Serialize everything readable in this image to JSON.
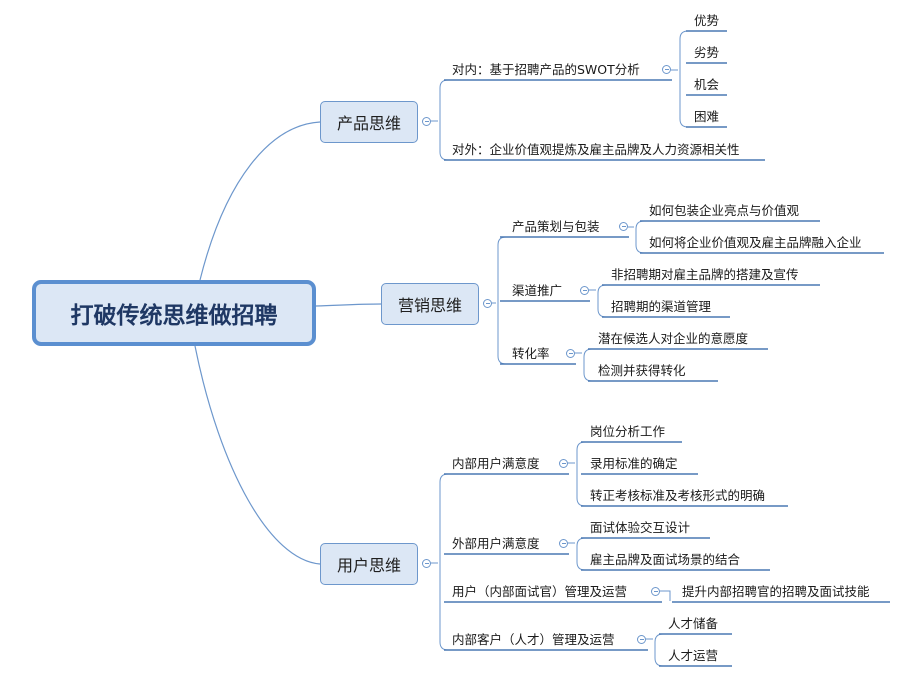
{
  "root": "打破传统思维做招聘",
  "branches": [
    {
      "label": "产品思维",
      "children": [
        {
          "label": "对内：基于招聘产品的SWOT分析",
          "children": [
            "优势",
            "劣势",
            "机会",
            "困难"
          ]
        },
        {
          "label": "对外：企业价值观提炼及雇主品牌及人力资源相关性",
          "children": []
        }
      ]
    },
    {
      "label": "营销思维",
      "children": [
        {
          "label": "产品策划与包装",
          "children": [
            "如何包装企业亮点与价值观",
            "如何将企业价值观及雇主品牌融入企业"
          ]
        },
        {
          "label": "渠道推广",
          "children": [
            "非招聘期对雇主品牌的搭建及宣传",
            "招聘期的渠道管理"
          ]
        },
        {
          "label": "转化率",
          "children": [
            "潜在候选人对企业的意愿度",
            "检测并获得转化"
          ]
        }
      ]
    },
    {
      "label": "用户思维",
      "children": [
        {
          "label": "内部用户满意度",
          "children": [
            "岗位分析工作",
            "录用标准的确定",
            "转正考核标准及考核形式的明确"
          ]
        },
        {
          "label": "外部用户满意度",
          "children": [
            "面试体验交互设计",
            "雇主品牌及面试场景的结合"
          ]
        },
        {
          "label": "用户（内部面试官）管理及运营",
          "children": [
            "提升内部招聘官的招聘及面试技能"
          ]
        },
        {
          "label": "内部客户（人才）管理及运营",
          "children": [
            "人才储备",
            "人才运营"
          ]
        }
      ]
    }
  ],
  "colors": {
    "line": "#6d97cc",
    "underline": "#4a78b4",
    "root_border": "#5b8fd0",
    "node_fill": "#dce7f5"
  }
}
